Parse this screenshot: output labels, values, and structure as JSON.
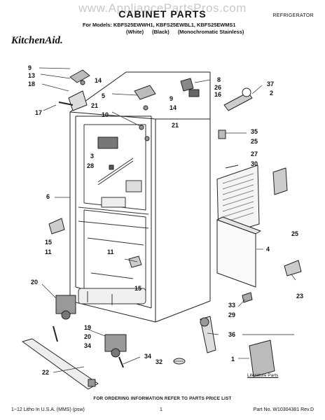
{
  "watermark": "www.AppliancePartsPros.com",
  "header": {
    "title": "CABINET PARTS",
    "category": "REFRIGERATOR",
    "models": "For Models: KBFS25EWWH1, KBFS25EWBL1, KBFS25EWMS1",
    "variants": [
      "(White)",
      "(Black)",
      "(Monochromatic Stainless)"
    ],
    "brand": "KitchenAid."
  },
  "callouts": [
    "9",
    "13",
    "14",
    "18",
    "17",
    "21",
    "5",
    "9",
    "14",
    "10",
    "21",
    "8",
    "26",
    "16",
    "37",
    "2",
    "35",
    "25",
    "27",
    "30",
    "3",
    "28",
    "6",
    "15",
    "11",
    "4",
    "25",
    "11",
    "15",
    "23",
    "20",
    "19",
    "20",
    "34",
    "33",
    "29",
    "36",
    "34",
    "32",
    "22",
    "1"
  ],
  "literature_label": "Literature Parts",
  "footer": {
    "ordering": "FOR ORDERING INFORMATION REFER TO PARTS PRICE LIST",
    "left": "1~12 Litho In U.S.A. (MMS) (psw)",
    "center": "1",
    "right": "Part No. W10304381 Rev.D"
  }
}
